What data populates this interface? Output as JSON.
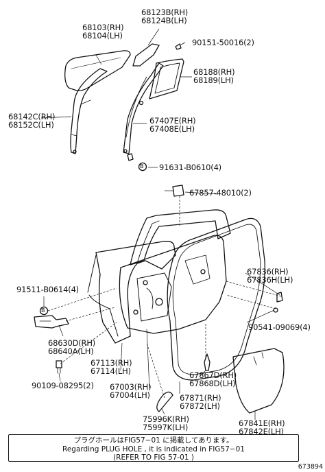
{
  "parts": {
    "p68103": {
      "rh": "68103(RH)",
      "lh": "68104(LH)"
    },
    "p68123B": {
      "rh": "68123B(RH)",
      "lh": "68124B(LH)"
    },
    "p90151": {
      "code": "90151-50016(2)"
    },
    "p68188": {
      "rh": "68188(RH)",
      "lh": "68189(LH)"
    },
    "p68142C": {
      "rh": "68142C(RH)",
      "lh": "68152C(LH)"
    },
    "p67407E": {
      "rh": "67407E(RH)",
      "lh": "67408E(LH)"
    },
    "p91631": {
      "code": "91631-B0610(4)"
    },
    "p67857": {
      "code": "67857-48010(2)"
    },
    "p91511": {
      "code": "91511-B0614(4)"
    },
    "p67836": {
      "rh": "67836(RH)",
      "lh": "67836H(LH)"
    },
    "p90541": {
      "code": "90541-09069(4)"
    },
    "p68630D": {
      "rh": "68630D(RH)",
      "lh": "68640A(LH)"
    },
    "p67113": {
      "rh": "67113(RH)",
      "lh": "67114(LH)"
    },
    "p90109": {
      "code": "90109-08295(2)"
    },
    "p67867D": {
      "rh": "67867D(RH)",
      "lh": "67868D(LH)"
    },
    "p67003": {
      "rh": "67003(RH)",
      "lh": "67004(LH)"
    },
    "p67871": {
      "rh": "67871(RH)",
      "lh": "67872(LH)"
    },
    "p75996K": {
      "rh": "75996K(RH)",
      "lh": "75997K(LH)"
    },
    "p67841E": {
      "rh": "67841E(RH)",
      "lh": "67842E(LH)"
    }
  },
  "callout_letter": "B",
  "note": {
    "line1": "プラグホールはFIG57−01 に掲載してあります。",
    "line2": "Regarding  PLUG HOLE , it is indicated in FIG57−01",
    "line3": "(REFER TO FIG 57-01 )"
  },
  "figure_id": "673894"
}
